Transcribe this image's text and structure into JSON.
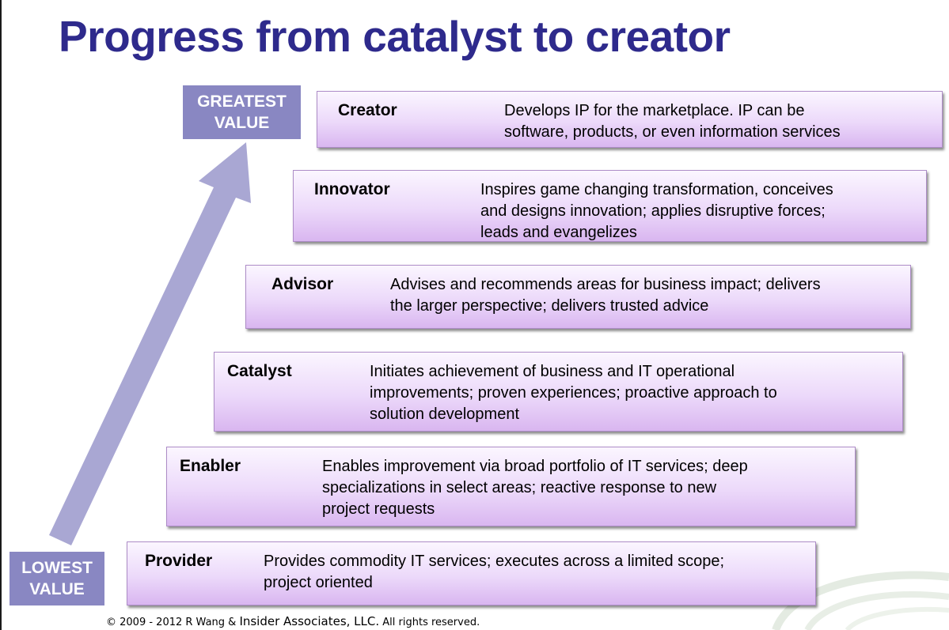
{
  "title": "Progress from catalyst to creator",
  "value_labels": {
    "greatest": "GREATEST\nVALUE",
    "lowest": "LOWEST\nVALUE"
  },
  "tiers": [
    {
      "name": "Creator",
      "description": "Develops IP for the marketplace. IP can be\nsoftware, products, or even information services"
    },
    {
      "name": "Innovator",
      "description": "Inspires game changing transformation, conceives\nand designs innovation; applies disruptive forces;\nleads and evangelizes"
    },
    {
      "name": "Advisor",
      "description": "Advises and recommends areas for business impact; delivers\nthe larger perspective; delivers trusted advice"
    },
    {
      "name": "Catalyst",
      "description": "Initiates achievement of business and IT operational\nimprovements; proven experiences; proactive approach to\nsolution development"
    },
    {
      "name": "Enabler",
      "description": "Enables improvement via broad portfolio of IT services; deep\nspecializations in select areas; reactive response to new\nproject requests"
    },
    {
      "name": "Provider",
      "description": "Provides commodity IT services; executes across a limited scope;\nproject oriented"
    }
  ],
  "footer": {
    "part1": "© 2009 - 2012 R Wang & ",
    "part2": "Insider Associates, LLC.",
    "part3": "  All rights reserved."
  },
  "colors": {
    "title": "#2e2a8c",
    "value_box": "#8987c2",
    "arrow": "#a9a7d3",
    "tier_border": "#ad8cc7"
  }
}
